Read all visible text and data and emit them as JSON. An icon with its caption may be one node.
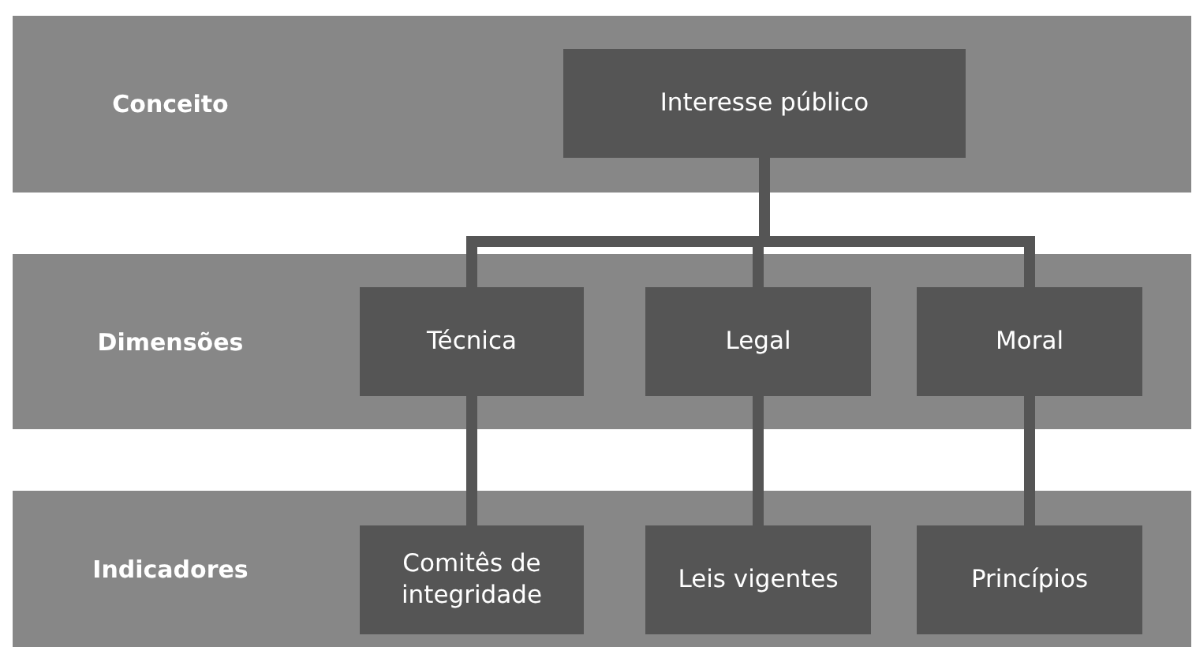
{
  "diagram": {
    "nodes": [
      {
        "text": [
          "Conceito"
        ]
      },
      {
        "text": [
          "Interesse público"
        ],
        "in": 0
      },
      {
        "text": [
          "Dimensões"
        ]
      },
      {
        "text": [
          "Técnica"
        ],
        "in": 2
      },
      {
        "text": [
          "Legal"
        ],
        "in": 2
      },
      {
        "text": [
          "Moral"
        ],
        "in": 2
      },
      {
        "text": [
          "Indicadores"
        ]
      },
      {
        "text": [
          "Comitês de integridade"
        ],
        "in": 6
      },
      {
        "text": [
          "Leis vigentes"
        ],
        "in": 6
      },
      {
        "text": [
          "Princípios"
        ],
        "in": 6
      }
    ],
    "edges": [
      {
        "from": 1,
        "to": 3,
        "arrow": "none"
      },
      {
        "from": 1,
        "to": 4,
        "arrow": "none"
      },
      {
        "from": 1,
        "to": 5,
        "arrow": "none"
      },
      {
        "from": 3,
        "to": 7,
        "arrow": "none"
      },
      {
        "from": 4,
        "to": 8,
        "arrow": "none"
      },
      {
        "from": 5,
        "to": 9,
        "arrow": "none"
      }
    ]
  }
}
